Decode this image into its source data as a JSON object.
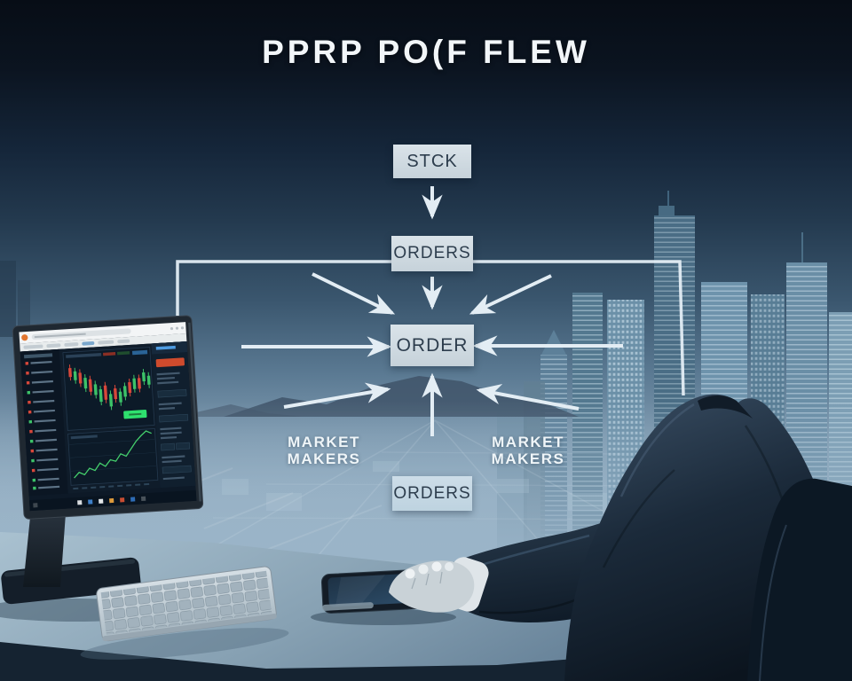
{
  "title": "PPRP PO(F FLEW",
  "flow": {
    "stock_label": "STCK",
    "orders_top_label": "ORDERS",
    "order_label": "ORDER",
    "orders_bottom_label": "ORDERS",
    "market_makers_left": {
      "line1": "MARKET",
      "line2": "MAKERS"
    },
    "market_makers_right": {
      "line1": "MARKET",
      "line2": "MAKERS"
    }
  },
  "colors": {
    "sky_top": "#0a121d",
    "haze": "#93adc1",
    "box_fill": "#d3dde4",
    "box_text": "#2d3d4d",
    "arrow": "#e3edf4",
    "title_text": "#f2f6f9",
    "screen_red": "#d14c2e",
    "screen_green": "#3cc268",
    "screen_blue": "#4a9ae0"
  }
}
